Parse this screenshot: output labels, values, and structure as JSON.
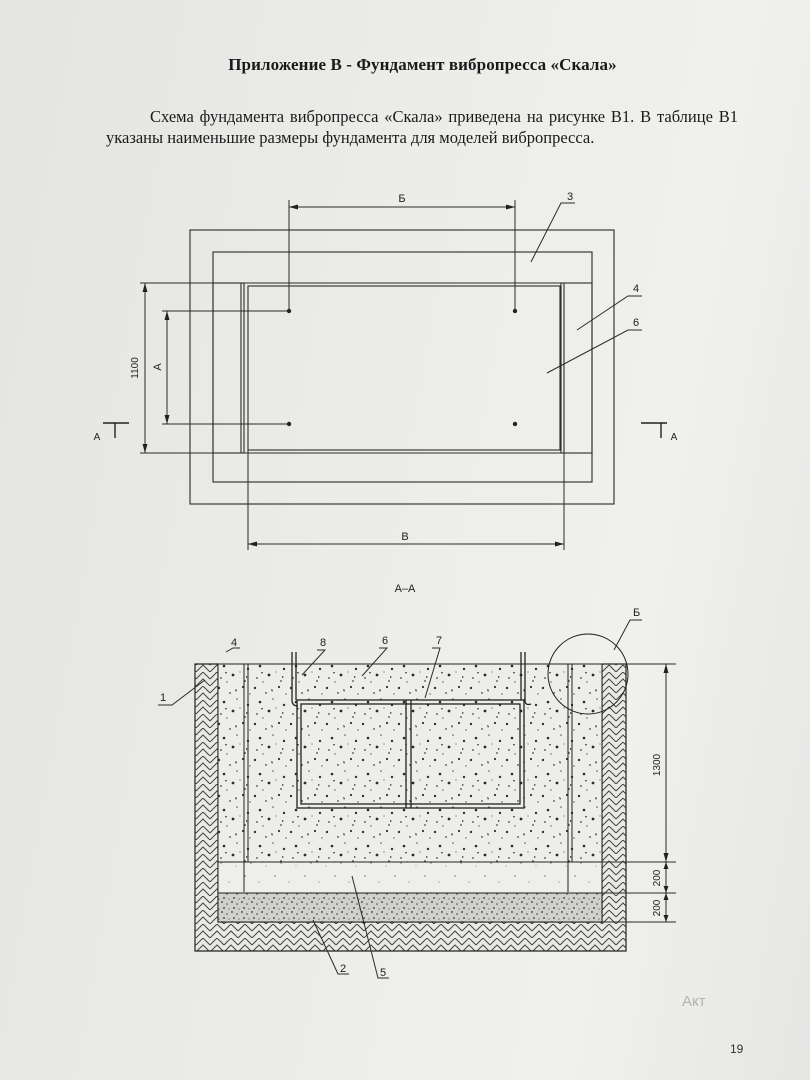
{
  "title": "Приложение В - Фундамент вибропресса «Скала»",
  "paragraph": "Схема фундамента вибропресса «Скала» приведена на рисунке В1. В таблице В1 указаны наименьшие размеры фундамента для моделей вибропресса.",
  "plan": {
    "dim_b": "Б",
    "dim_v": "В",
    "dim_a": "А",
    "dim_1100": "1100",
    "section_left": "А",
    "section_right": "А",
    "callout_3": "3",
    "callout_4": "4",
    "callout_6": "6"
  },
  "section": {
    "title": "А–А",
    "callout_1": "1",
    "callout_2": "2",
    "callout_4": "4",
    "callout_5": "5",
    "callout_6": "6",
    "callout_7": "7",
    "callout_8": "8",
    "callout_b": "Б",
    "dim_1300": "1300",
    "dim_200_top": "200",
    "dim_200_bottom": "200"
  },
  "watermark": "Акт",
  "page_number": "19"
}
